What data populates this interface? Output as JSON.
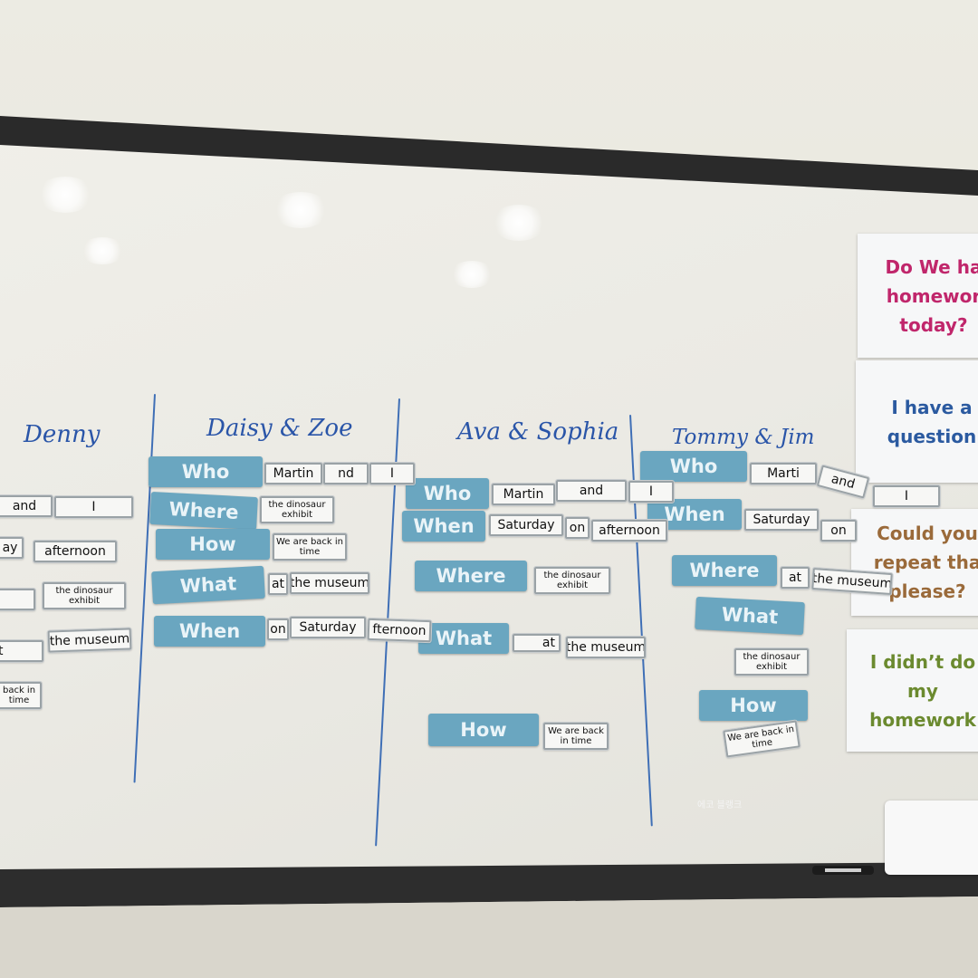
{
  "columns": [
    {
      "name": "Denny"
    },
    {
      "name": "Daisy & Zoe"
    },
    {
      "name": "Ava & Sophia"
    },
    {
      "name": "Tommy & Jim"
    }
  ],
  "question_cards": {
    "who": "Who",
    "where": "Where",
    "how": "How",
    "what": "What",
    "when": "When"
  },
  "word_cards": {
    "martin": "Martin",
    "marti": "Marti",
    "and": "and",
    "nd": "nd",
    "i": "I",
    "dinosaur": "the dinosaur exhibit",
    "back_in_time": "We are back in time",
    "at": "at",
    "museum": "the museum",
    "on": "on",
    "saturday": "Saturday",
    "saturda": "Saturday",
    "afternoon": "afternoon",
    "fternoon": "fternoon",
    "ay": "ay",
    "t": "t",
    "back_partial": "back in time"
  },
  "posters": [
    {
      "lines": [
        "Do We ha",
        "homewor",
        "today?"
      ],
      "color": "#c0266b"
    },
    {
      "lines": [
        "I have a",
        "question"
      ],
      "color": "#2b5aa0"
    },
    {
      "lines": [
        "Could you",
        "repeat tha",
        "please?"
      ],
      "color": "#9a6a3a"
    },
    {
      "lines": [
        "I didn’t do",
        "my",
        "homework"
      ],
      "color": "#6b8a2f"
    }
  ],
  "watermark": "에코 블랭크"
}
